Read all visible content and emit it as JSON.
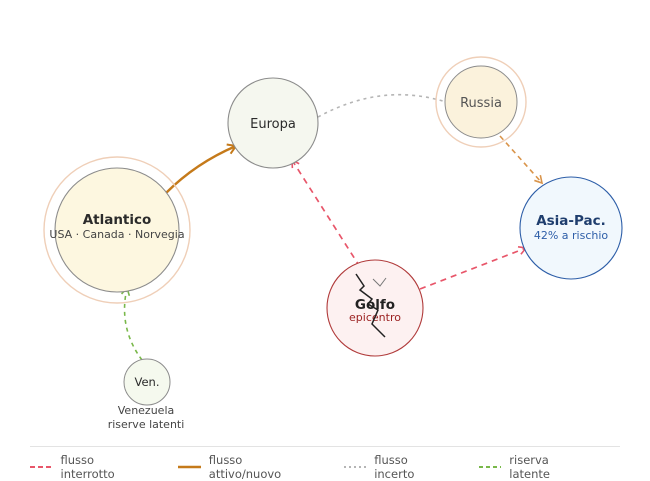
{
  "nodes": {
    "europa": {
      "label": "Europa"
    },
    "russia": {
      "label": "Russia"
    },
    "atlantico": {
      "label": "Atlantico",
      "sub": "USA · Canada · Norvegia"
    },
    "asiapac": {
      "label": "Asia-Pac.",
      "sub": "42% a rischio"
    },
    "golfo": {
      "label": "Golfo",
      "sub": "epicentro"
    },
    "venezuela": {
      "label": "Ven.",
      "caption_line1": "Venezuela",
      "caption_line2": "riserve latenti"
    }
  },
  "legend": [
    {
      "label": "flusso interrotto",
      "color": "#e8566a",
      "style": "dashed"
    },
    {
      "label": "flusso attivo/nuovo",
      "color": "#c57a1a",
      "style": "solid"
    },
    {
      "label": "flusso incerto",
      "color": "#b5b5b5",
      "style": "dotted"
    },
    {
      "label": "riserva latente",
      "color": "#79b84a",
      "style": "dashed"
    }
  ],
  "colors": {
    "interrupted": "#e8566a",
    "active": "#c57a1a",
    "uncertain": "#b5b5b5",
    "latent": "#79b84a",
    "russia_link": "#d9944a"
  }
}
